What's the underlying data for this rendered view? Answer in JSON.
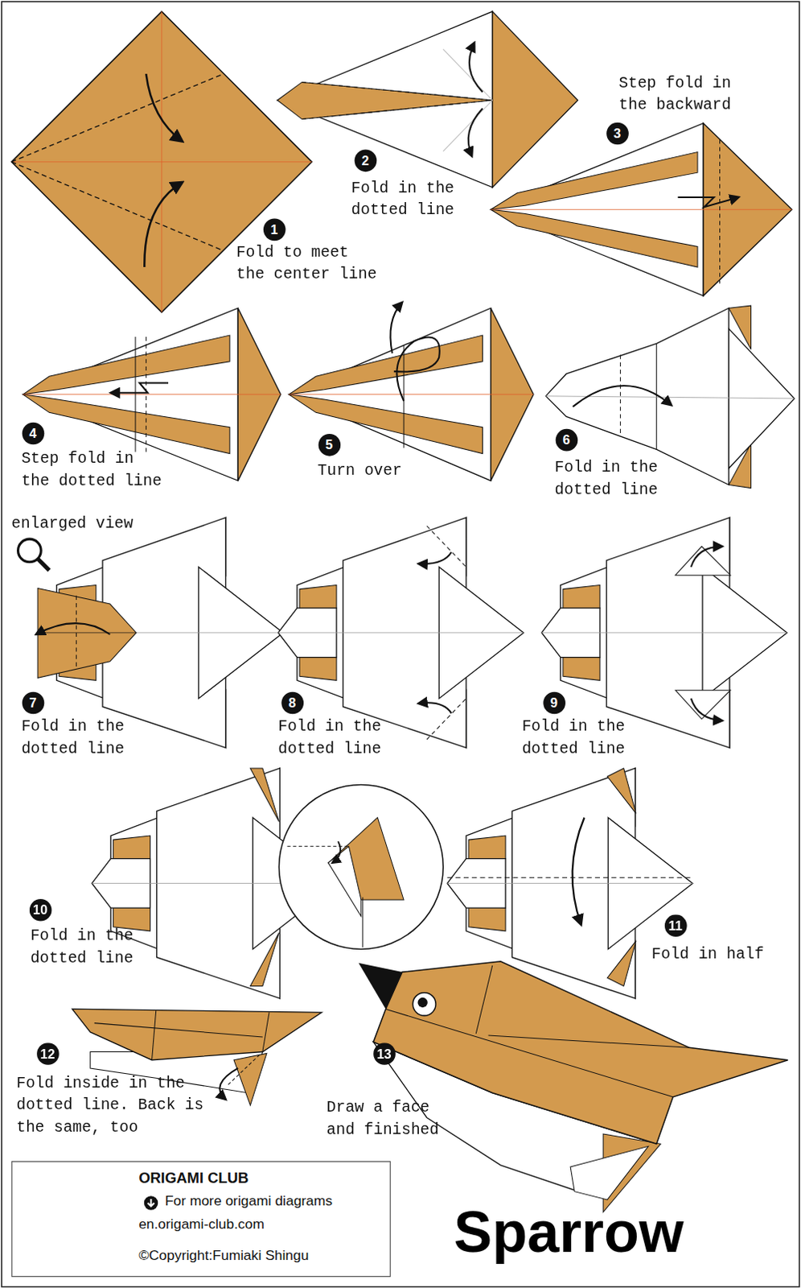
{
  "diagram": {
    "title": "Sparrow",
    "nodes": [
      {
        "text": [
          "ORIGAMI CLUB",
          "For more origami diagrams",
          "en.origami-club.com",
          "©Copyright:Fumiaki Shingu"
        ]
      }
    ],
    "labels": [
      "1",
      "Fold to meet the center line",
      "2",
      "Fold in the dotted line",
      "Step fold in the backward",
      "3",
      "4",
      "Step fold in the dotted line",
      "5",
      "Turn over",
      "6",
      "Fold in the dotted line",
      "enlarged view",
      "7",
      "Fold in the dotted line",
      "8",
      "Fold in the dotted line",
      "9",
      "Fold in the dotted line",
      "10",
      "Fold in the dotted line",
      "11",
      "Fold in half",
      "12",
      "Fold inside in the dotted line. Back is the same, too",
      "13",
      "Draw a face and finished"
    ]
  }
}
